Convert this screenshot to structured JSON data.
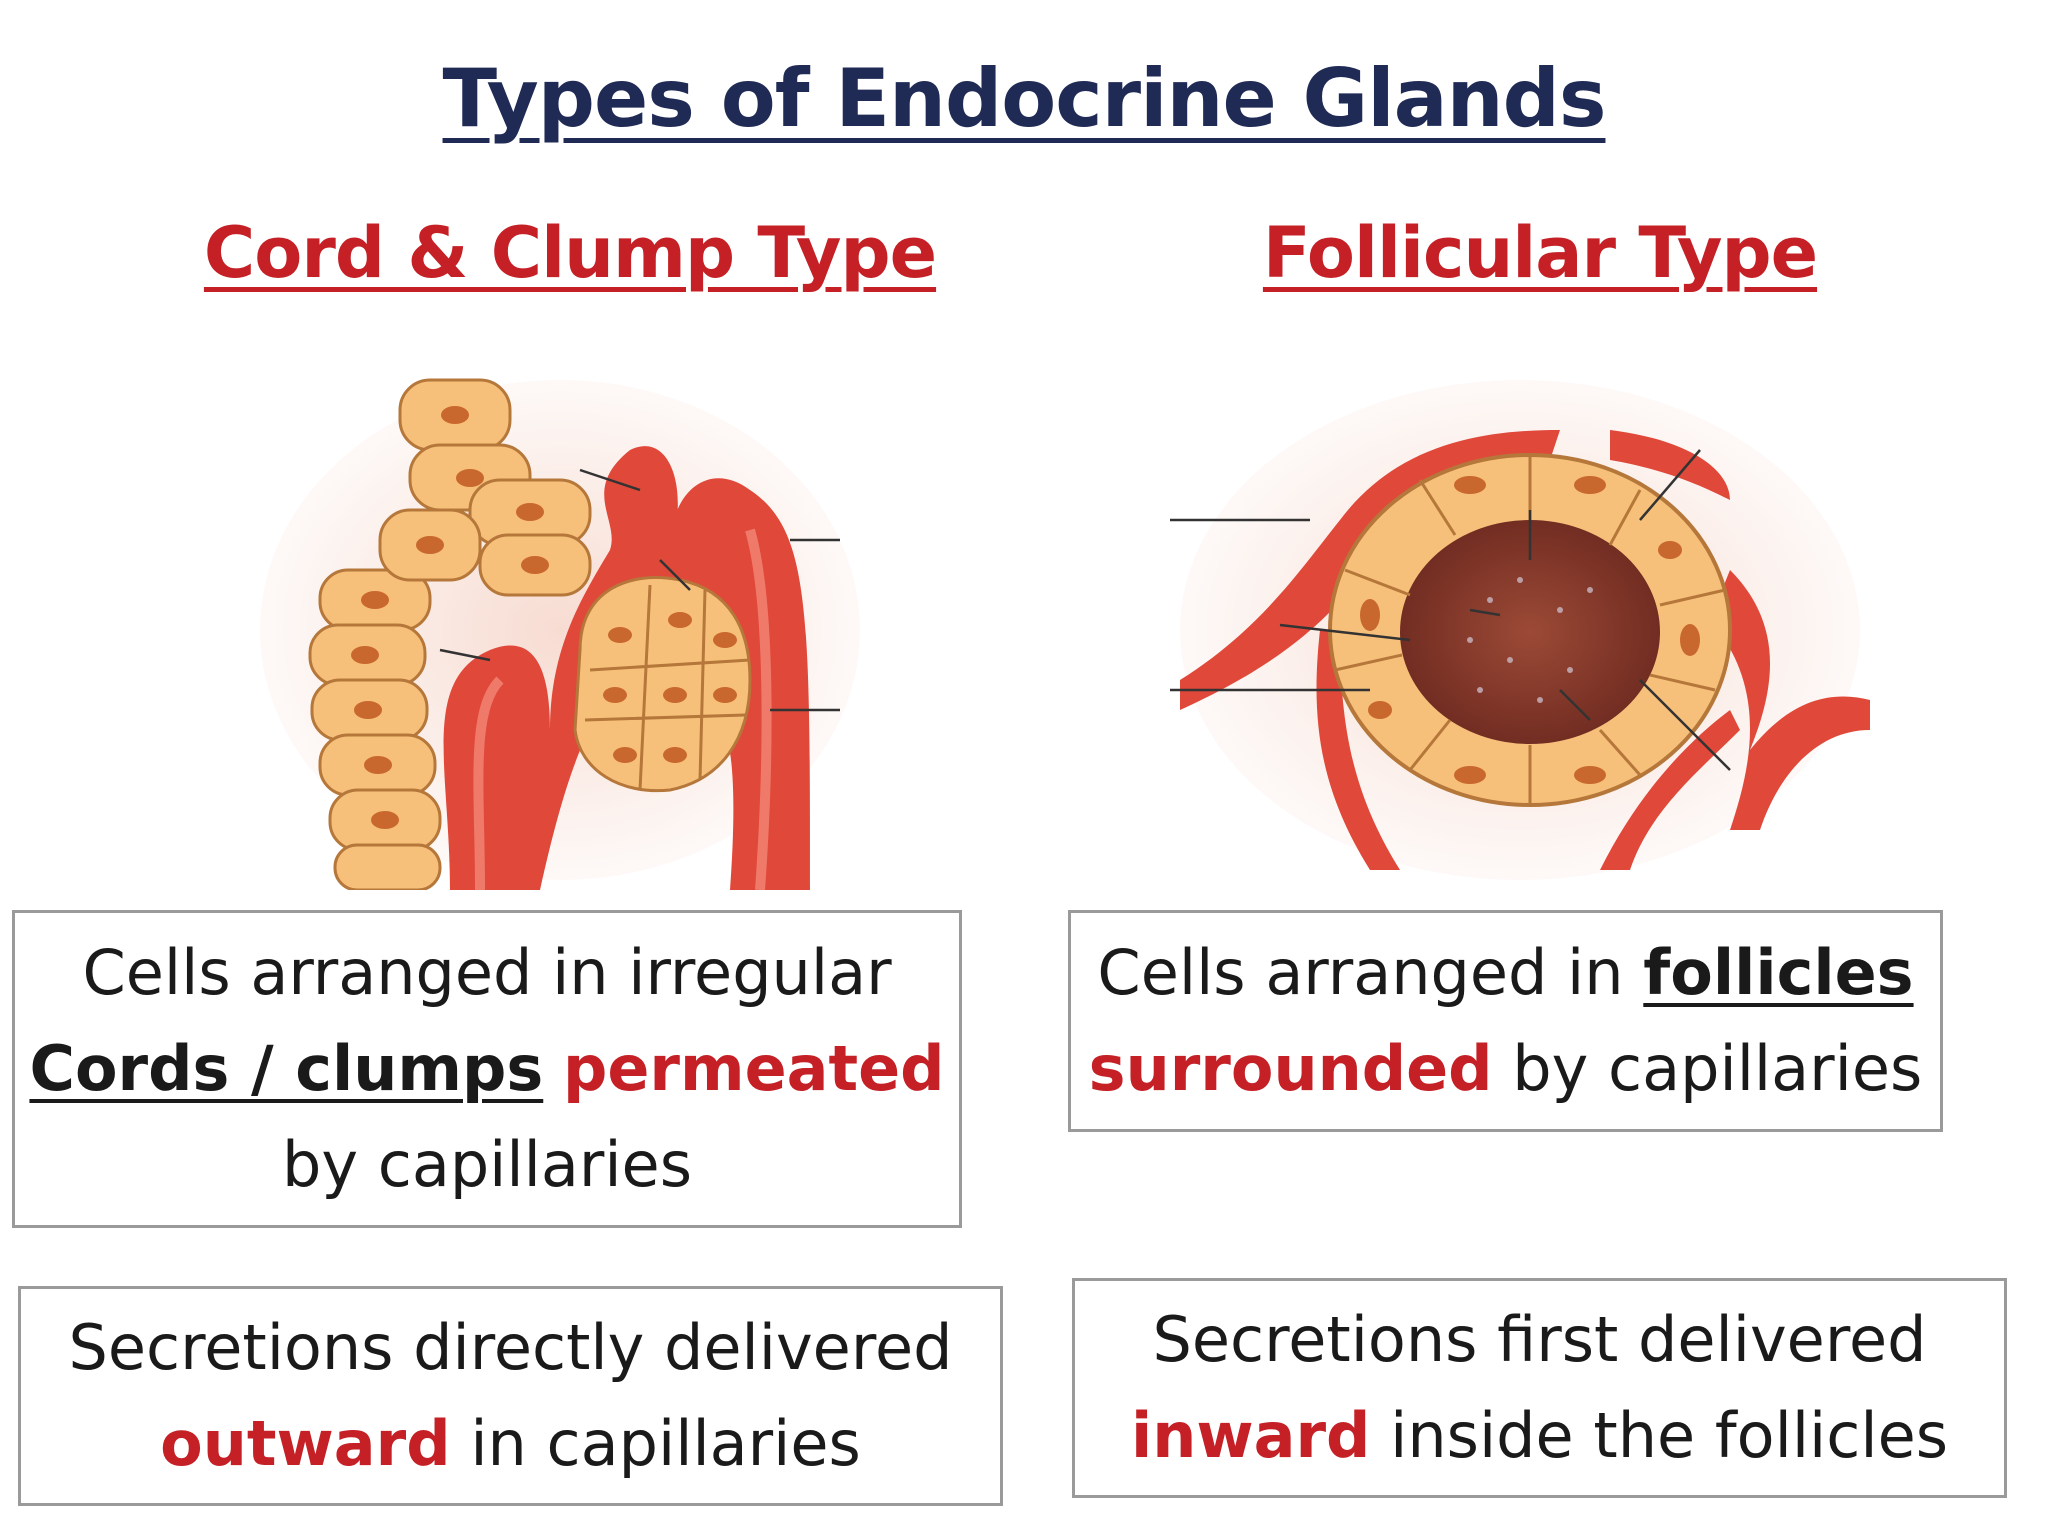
{
  "title": "Types of Endocrine Glands",
  "left": {
    "heading": "Cord & Clump Type",
    "box1": {
      "line1": "Cells arranged in irregular",
      "em_underline": "Cords / clumps",
      "em_red": "permeated",
      "line3": "by capillaries"
    },
    "box2": {
      "line1": "Secretions directly delivered",
      "em_red": "outward",
      "rest": "in capillaries"
    }
  },
  "right": {
    "heading": "Follicular Type",
    "box1": {
      "prefix": "Cells arranged in",
      "em_underline": "follicles",
      "em_red": "surrounded",
      "rest": "by capillaries"
    },
    "box2": {
      "line1": "Secretions first delivered",
      "em_red": "inward",
      "rest": "inside the follicles"
    }
  },
  "colors": {
    "title": "#1f2a55",
    "heading": "#c42026",
    "capillary": "#e0483a",
    "cell": "#f7c07a",
    "colloid": "#8a3a2c"
  }
}
